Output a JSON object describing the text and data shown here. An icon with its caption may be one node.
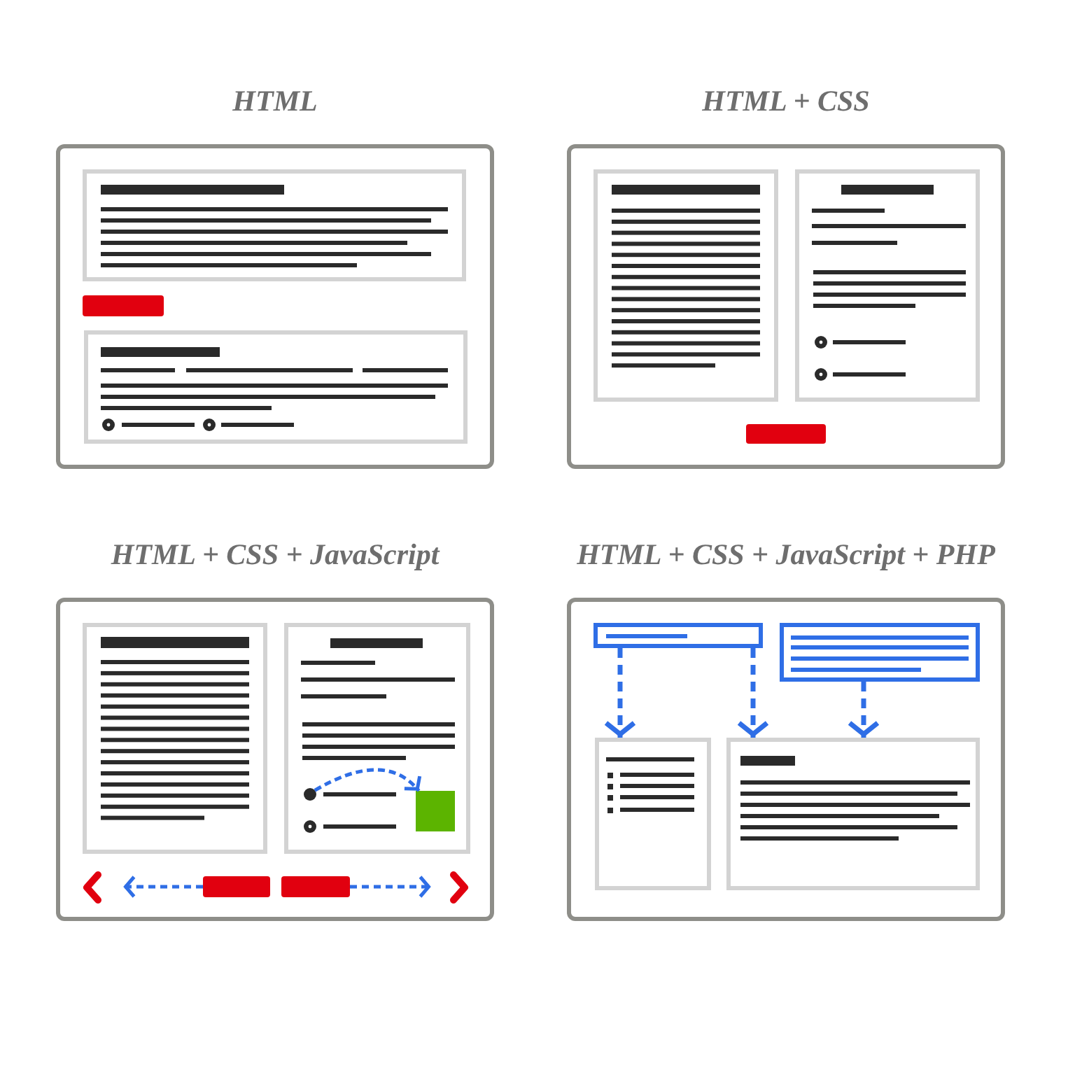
{
  "diagram": {
    "nodes": [
      {
        "text": [
          "HTML"
        ]
      },
      {
        "text": [
          "HTML + CSS"
        ]
      },
      {
        "text": [
          "HTML + CSS + JavaScript"
        ]
      },
      {
        "text": [],
        "shape": "circle",
        "in": 2
      },
      {
        "text": [],
        "shape": "box",
        "in": 2
      },
      {
        "text": [],
        "shape": "bar",
        "in": 2
      },
      {
        "text": [],
        "shape": "bar",
        "in": 2
      },
      {
        "text": [
          "HTML + CSS + JavaScript + PHP"
        ]
      },
      {
        "text": [],
        "shape": "box",
        "in": 7
      },
      {
        "text": [],
        "shape": "box",
        "in": 7
      },
      {
        "text": [],
        "shape": "box",
        "in": 7
      },
      {
        "text": [],
        "shape": "box",
        "in": 7
      }
    ],
    "edges": [
      {
        "from": 3,
        "to": 4,
        "arrow": "to",
        "style": "dashed"
      },
      {
        "from": 5,
        "to": null,
        "arrow": "to",
        "style": "dashed"
      },
      {
        "from": 6,
        "to": null,
        "arrow": "to",
        "style": "dashed"
      },
      {
        "from": 8,
        "to": 10,
        "arrow": "to",
        "style": "dashed"
      },
      {
        "from": 8,
        "to": 11,
        "arrow": "to",
        "style": "dashed"
      },
      {
        "from": 9,
        "to": 11,
        "arrow": "to",
        "style": "dashed"
      }
    ]
  }
}
